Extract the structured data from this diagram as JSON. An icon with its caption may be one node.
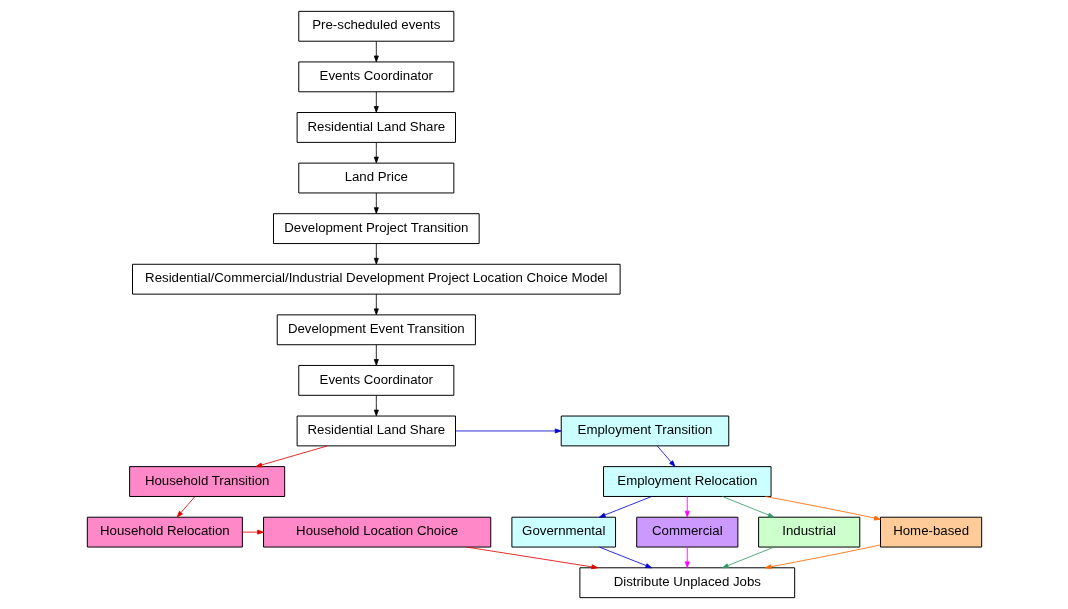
{
  "diagram": {
    "nodes": [
      {
        "text": [
          "Pre-scheduled events"
        ]
      },
      {
        "text": [
          "Events Coordinator"
        ]
      },
      {
        "text": [
          "Residential Land Share"
        ]
      },
      {
        "text": [
          "Land Price"
        ]
      },
      {
        "text": [
          "Development Project Transition"
        ]
      },
      {
        "text": [
          "Residential/Commercial/Industrial Development Project Location Choice Model"
        ]
      },
      {
        "text": [
          "Development Event Transition"
        ]
      },
      {
        "text": [
          "Events Coordinator"
        ]
      },
      {
        "text": [
          "Residential Land Share"
        ]
      },
      {
        "text": [
          "Household Transition"
        ]
      },
      {
        "text": [
          "Household Relocation"
        ]
      },
      {
        "text": [
          "Household Location Choice"
        ]
      },
      {
        "text": [
          "Employment Transition"
        ]
      },
      {
        "text": [
          "Employment Relocation"
        ]
      },
      {
        "text": [
          "Governmental"
        ]
      },
      {
        "text": [
          "Commercial"
        ]
      },
      {
        "text": [
          "Industrial"
        ]
      },
      {
        "text": [
          "Home-based"
        ]
      },
      {
        "text": [
          "Distribute Unplaced Jobs"
        ]
      }
    ],
    "edges": [
      {
        "from": 0,
        "to": 1,
        "arrow": "to"
      },
      {
        "from": 1,
        "to": 2,
        "arrow": "to"
      },
      {
        "from": 2,
        "to": 3,
        "arrow": "to"
      },
      {
        "from": 3,
        "to": 4,
        "arrow": "to"
      },
      {
        "from": 4,
        "to": 5,
        "arrow": "to"
      },
      {
        "from": 5,
        "to": 6,
        "arrow": "to"
      },
      {
        "from": 6,
        "to": 7,
        "arrow": "to"
      },
      {
        "from": 7,
        "to": 8,
        "arrow": "to"
      },
      {
        "from": 8,
        "to": 9,
        "arrow": "to",
        "color": "#e00000"
      },
      {
        "from": 9,
        "to": 10,
        "arrow": "to",
        "color": "#e00000"
      },
      {
        "from": 10,
        "to": 11,
        "arrow": "to",
        "color": "#e00000"
      },
      {
        "from": 11,
        "to": 18,
        "arrow": "to",
        "color": "#e00000"
      },
      {
        "from": 8,
        "to": 12,
        "arrow": "to",
        "color": "#0000cc"
      },
      {
        "from": 12,
        "to": 13,
        "arrow": "to",
        "color": "#0000cc"
      },
      {
        "from": 13,
        "to": 14,
        "arrow": "to",
        "color": "#0000cc"
      },
      {
        "from": 13,
        "to": 15,
        "arrow": "to",
        "color": "#ff00ff"
      },
      {
        "from": 13,
        "to": 16,
        "arrow": "to",
        "color": "#339966"
      },
      {
        "from": 13,
        "to": 17,
        "arrow": "to",
        "color": "#ff6600"
      },
      {
        "from": 14,
        "to": 18,
        "arrow": "to",
        "color": "#0000cc"
      },
      {
        "from": 15,
        "to": 18,
        "arrow": "to",
        "color": "#ff00ff"
      },
      {
        "from": 16,
        "to": 18,
        "arrow": "to",
        "color": "#339966"
      },
      {
        "from": 17,
        "to": 18,
        "arrow": "to",
        "color": "#ff6600"
      }
    ]
  }
}
